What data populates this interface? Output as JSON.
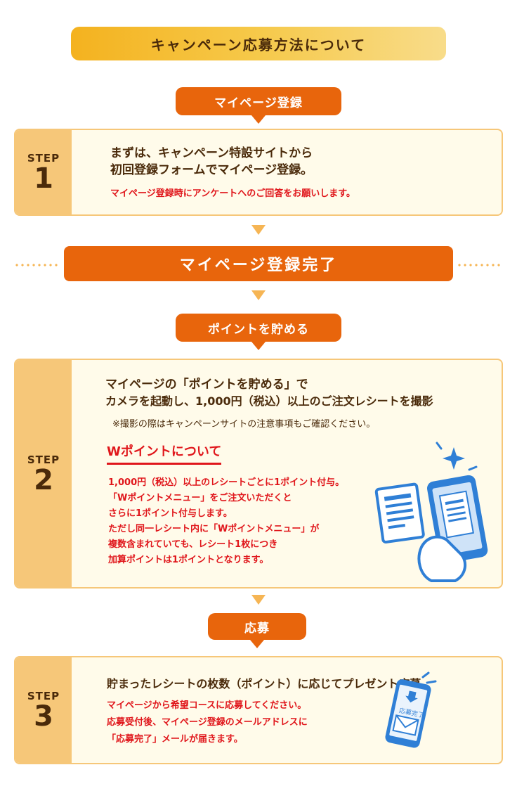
{
  "header": {
    "title": "キャンペーン応募方法について"
  },
  "steps": [
    {
      "tag": "マイページ登録",
      "step_word": "STEP",
      "step_num": "1",
      "main_lines": [
        "まずは、キャンペーン特設サイトから",
        "初回登録フォームでマイページ登録。"
      ],
      "red_lines": [
        "マイページ登録時にアンケートへのご回答をお願いします。"
      ]
    },
    {
      "tag": "ポイントを貯める",
      "step_word": "STEP",
      "step_num": "2",
      "main_lines": [
        "マイページの「ポイントを貯める」で",
        "カメラを起動し、1,000円（税込）以上のご注文レシートを撮影"
      ],
      "note": "※撮影の際はキャンペーンサイトの注意事項もご確認ください。",
      "w_title": "Wポイントについて",
      "red_lines": [
        "1,000円（税込）以上のレシートごとに1ポイント付与。",
        "「Wポイントメニュー」をご注文いただくと",
        "さらに1ポイント付与します。",
        "ただし同一レシート内に「Wポイントメニュー」が",
        "複数含まれていても、レシート1枚につき",
        "加算ポイントは1ポイントとなります。"
      ]
    },
    {
      "tag": "応募",
      "step_word": "STEP",
      "step_num": "3",
      "main_lines": [
        "貯まったレシートの枚数（ポイント）に応じてプレゼント応募"
      ],
      "red_lines": [
        "マイページから希望コースに応募してください。",
        "応募受付後、マイページ登録のメールアドレスに",
        "「応募完了」メールが届きます。"
      ],
      "phone_text": "応募完了"
    }
  ],
  "complete_banner": "マイページ登録完了",
  "colors": {
    "orange": "#e8650c",
    "red": "#e0161b",
    "brown": "#4a2a0a",
    "step_side": "#f6c779",
    "box_bg": "#fffbea",
    "illustration_blue": "#2f7fd6"
  }
}
